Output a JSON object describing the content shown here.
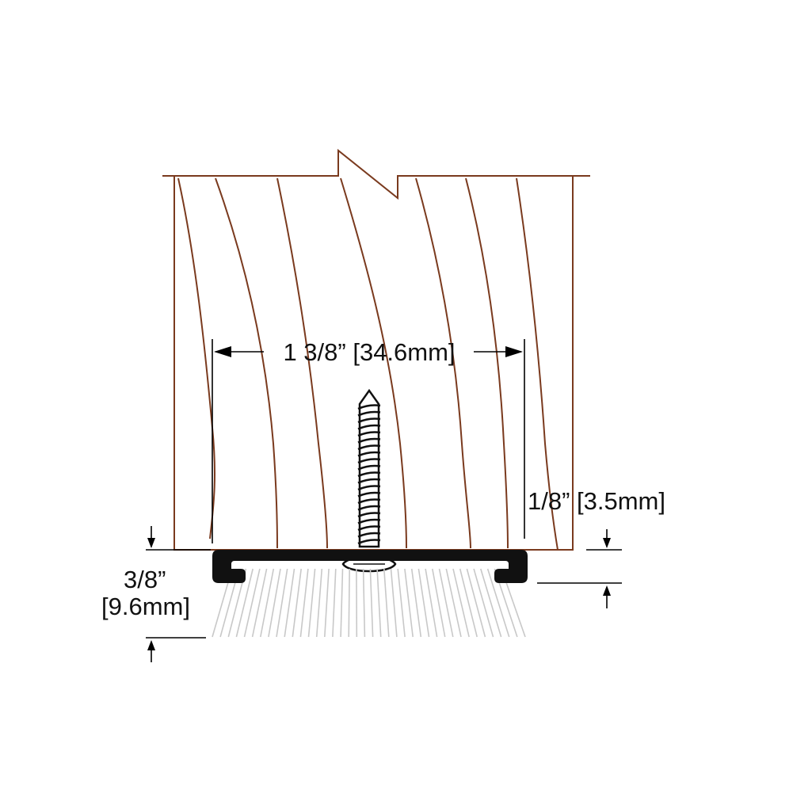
{
  "dimensions": {
    "width_label": "1 3/8” [34.6mm]",
    "thickness_label": "1/8” [3.5mm]",
    "brush_label_line1": "3/8”",
    "brush_label_line2": "[9.6mm]"
  },
  "colors": {
    "wood_grain": "#7a3a1e",
    "carrier": "#111111",
    "bristle": "#c8c8c8",
    "screw": "#111111"
  }
}
